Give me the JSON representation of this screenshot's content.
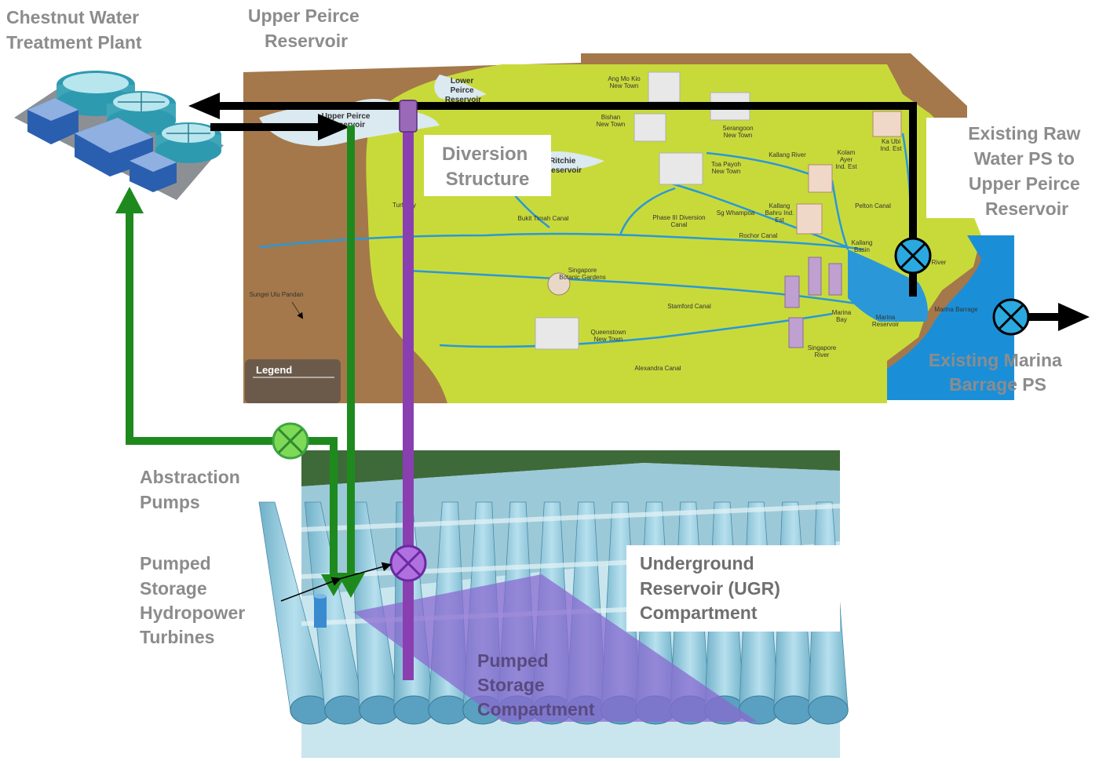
{
  "labels": {
    "chestnut_plant": [
      "Chestnut Water",
      "Treatment Plant"
    ],
    "upper_peirce": [
      "Upper Peirce",
      "Reservoir"
    ],
    "diversion": [
      "Diversion",
      "Structure"
    ],
    "raw_water_ps": [
      "Existing Raw",
      "Water PS to",
      "Upper Peirce",
      "Reservoir"
    ],
    "marina_ps": [
      "Existing Marina",
      "Barrage PS"
    ],
    "abstraction": [
      "Abstraction",
      "Pumps"
    ],
    "hydropower": [
      "Pumped",
      "Storage",
      "Hydropower",
      "Turbines"
    ],
    "ugr": [
      "Underground",
      "Reservoir (UGR)",
      "Compartment"
    ],
    "pumped_storage": [
      "Pumped",
      "Storage",
      "Compartment"
    ]
  },
  "map": {
    "legend": "Legend",
    "lower_peirce": [
      "Lower",
      "Peirce",
      "Reservoir"
    ],
    "upper_peirce_small": [
      "Upper Peirce",
      "Reservoir"
    ],
    "ritchie": [
      "Ritchie",
      "Reservoir"
    ],
    "turf": "Turf City",
    "places": [
      {
        "text": [
          "Ang Mo Kio",
          "New Town"
        ]
      },
      {
        "text": [
          "Bishan",
          "New Town"
        ]
      },
      {
        "text": [
          "Serangoon",
          "New Town"
        ]
      },
      {
        "text": [
          "Toa Payoh",
          "New Town"
        ]
      },
      {
        "text": [
          "Kallang River"
        ]
      },
      {
        "text": [
          "Kolam",
          "Ayer",
          "Ind. Est"
        ]
      },
      {
        "text": [
          "Ka Ubi",
          "Ind. Est"
        ]
      },
      {
        "text": [
          "Pelton Canal"
        ]
      },
      {
        "text": [
          "Bukit Timah Canal"
        ]
      },
      {
        "text": [
          "Phase III Diversion",
          "Canal"
        ]
      },
      {
        "text": [
          "Sg Whampoa"
        ]
      },
      {
        "text": [
          "Kallang",
          "Bahru Ind.",
          "Est"
        ]
      },
      {
        "text": [
          "Rochor Canal"
        ]
      },
      {
        "text": [
          "Kallang",
          "Basin"
        ]
      },
      {
        "text": [
          "Singapore",
          "Botanic Gardens"
        ]
      },
      {
        "text": [
          "Stamford Canal"
        ]
      },
      {
        "text": [
          "Marina",
          "Bay"
        ]
      },
      {
        "text": [
          "Marina",
          "Reservoir"
        ]
      },
      {
        "text": [
          "Marina Barrage"
        ]
      },
      {
        "text": [
          "Queenstown",
          "New Town"
        ]
      },
      {
        "text": [
          "Singapore",
          "River"
        ]
      },
      {
        "text": [
          "Alexandra Canal"
        ]
      },
      {
        "text": [
          "Sungei Ulu Pandan"
        ]
      },
      {
        "text": [
          "River"
        ]
      }
    ]
  },
  "colors": {
    "green_pipe": "#1e8a1e",
    "purple_pipe": "#8a3fb0",
    "black_pipe": "#000000",
    "valve_green": "#7ed957",
    "valve_blue": "#2aa8e0",
    "valve_purple": "#b070e0",
    "map_land": "#c8da3a",
    "map_brown": "#a4784a",
    "ugr_blue": "#8fc6d8",
    "storage_purple": "#8a6ad0"
  }
}
